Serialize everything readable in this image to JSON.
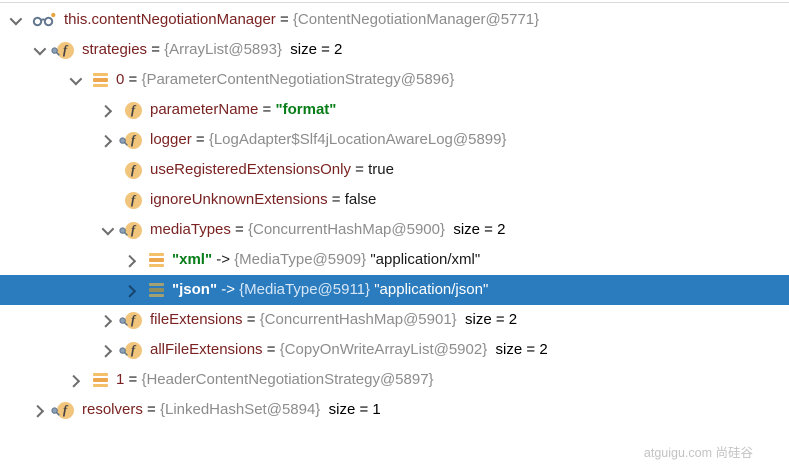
{
  "colors": {
    "selection_bg": "#2B7CBE",
    "name_text": "#7A2222",
    "reference_text": "#8C8C8C",
    "string_text": "#067D17",
    "field_icon_bg": "#F2C57C",
    "list_icon_bar": "#F5C06B",
    "watch_icon": "#64778E",
    "chevron": "#6E6E6E"
  },
  "icons": {
    "field_letter": "f",
    "watch": "watch-glasses-icon",
    "field": "field-icon",
    "list": "array-element-icon",
    "pin": "pin-badge-icon"
  },
  "watermark": {
    "text": "atguigu.com 尚硅谷"
  },
  "tree": {
    "rows": [
      {
        "id": "this-contentNegotiationManager",
        "level": 0,
        "expand": "down",
        "icon": "watch",
        "badge": false,
        "selected": false,
        "segments": [
          {
            "t": "this.contentNegotiationManager",
            "s": "name"
          },
          {
            "t": " = ",
            "s": "eq"
          },
          {
            "t": "{ContentNegotiationManager@5771}",
            "s": "ref"
          }
        ]
      },
      {
        "id": "strategies",
        "level": 1,
        "expand": "down",
        "icon": "field",
        "badge": true,
        "selected": false,
        "segments": [
          {
            "t": "strategies",
            "s": "name"
          },
          {
            "t": " = ",
            "s": "eq"
          },
          {
            "t": "{ArrayList@5893}",
            "s": "ref"
          },
          {
            "t": "  size = 2",
            "s": "size"
          }
        ]
      },
      {
        "id": "index-0",
        "level": 2,
        "expand": "down",
        "icon": "list",
        "badge": false,
        "selected": false,
        "segments": [
          {
            "t": "0",
            "s": "name"
          },
          {
            "t": " = ",
            "s": "eq"
          },
          {
            "t": "{ParameterContentNegotiationStrategy@5896}",
            "s": "ref"
          }
        ]
      },
      {
        "id": "parameterName",
        "level": 3,
        "expand": "right",
        "icon": "field",
        "badge": false,
        "selected": false,
        "segments": [
          {
            "t": "parameterName",
            "s": "name"
          },
          {
            "t": " = ",
            "s": "eq"
          },
          {
            "t": "\"format\"",
            "s": "str"
          }
        ]
      },
      {
        "id": "logger",
        "level": 3,
        "expand": "right",
        "icon": "field",
        "badge": true,
        "selected": false,
        "segments": [
          {
            "t": "logger",
            "s": "name"
          },
          {
            "t": " = ",
            "s": "eq"
          },
          {
            "t": "{LogAdapter$Slf4jLocationAwareLog@5899}",
            "s": "ref"
          }
        ]
      },
      {
        "id": "useRegisteredExtensionsOnly",
        "level": 3,
        "expand": "none",
        "icon": "field",
        "badge": false,
        "selected": false,
        "segments": [
          {
            "t": "useRegisteredExtensionsOnly",
            "s": "name"
          },
          {
            "t": " = ",
            "s": "eq"
          },
          {
            "t": "true",
            "s": "plain"
          }
        ]
      },
      {
        "id": "ignoreUnknownExtensions",
        "level": 3,
        "expand": "none",
        "icon": "field",
        "badge": false,
        "selected": false,
        "segments": [
          {
            "t": "ignoreUnknownExtensions",
            "s": "name"
          },
          {
            "t": " = ",
            "s": "eq"
          },
          {
            "t": "false",
            "s": "plain"
          }
        ]
      },
      {
        "id": "mediaTypes",
        "level": 3,
        "expand": "down",
        "icon": "field",
        "badge": true,
        "selected": false,
        "segments": [
          {
            "t": "mediaTypes",
            "s": "name"
          },
          {
            "t": " = ",
            "s": "eq"
          },
          {
            "t": "{ConcurrentHashMap@5900}",
            "s": "ref"
          },
          {
            "t": "  size = 2",
            "s": "size"
          }
        ]
      },
      {
        "id": "entry-xml",
        "level": 4,
        "expand": "right",
        "icon": "list",
        "badge": false,
        "selected": false,
        "segments": [
          {
            "t": "\"xml\"",
            "s": "str"
          },
          {
            "t": " -> ",
            "s": "eq"
          },
          {
            "t": "{MediaType@5909}",
            "s": "ref"
          },
          {
            "t": " \"application/xml\"",
            "s": "plain"
          }
        ]
      },
      {
        "id": "entry-json",
        "level": 4,
        "expand": "right",
        "icon": "list",
        "badge": false,
        "selected": true,
        "segments": [
          {
            "t": "\"json\"",
            "s": "str"
          },
          {
            "t": " -> ",
            "s": "eq"
          },
          {
            "t": "{MediaType@5911}",
            "s": "ref"
          },
          {
            "t": " \"application/json\"",
            "s": "plain"
          }
        ]
      },
      {
        "id": "fileExtensions",
        "level": 3,
        "expand": "right",
        "icon": "field",
        "badge": true,
        "selected": false,
        "segments": [
          {
            "t": "fileExtensions",
            "s": "name"
          },
          {
            "t": " = ",
            "s": "eq"
          },
          {
            "t": "{ConcurrentHashMap@5901}",
            "s": "ref"
          },
          {
            "t": "  size = 2",
            "s": "size"
          }
        ]
      },
      {
        "id": "allFileExtensions",
        "level": 3,
        "expand": "right",
        "icon": "field",
        "badge": true,
        "selected": false,
        "segments": [
          {
            "t": "allFileExtensions",
            "s": "name"
          },
          {
            "t": " = ",
            "s": "eq"
          },
          {
            "t": "{CopyOnWriteArrayList@5902}",
            "s": "ref"
          },
          {
            "t": "  size = 2",
            "s": "size"
          }
        ]
      },
      {
        "id": "index-1",
        "level": 2,
        "expand": "right",
        "icon": "list",
        "badge": false,
        "selected": false,
        "segments": [
          {
            "t": "1",
            "s": "name"
          },
          {
            "t": " = ",
            "s": "eq"
          },
          {
            "t": "{HeaderContentNegotiationStrategy@5897}",
            "s": "ref"
          }
        ]
      },
      {
        "id": "resolvers",
        "level": 1,
        "expand": "right",
        "icon": "field",
        "badge": true,
        "selected": false,
        "segments": [
          {
            "t": "resolvers",
            "s": "name"
          },
          {
            "t": " = ",
            "s": "eq"
          },
          {
            "t": "{LinkedHashSet@5894}",
            "s": "ref"
          },
          {
            "t": "  size = 1",
            "s": "size"
          }
        ]
      }
    ]
  }
}
